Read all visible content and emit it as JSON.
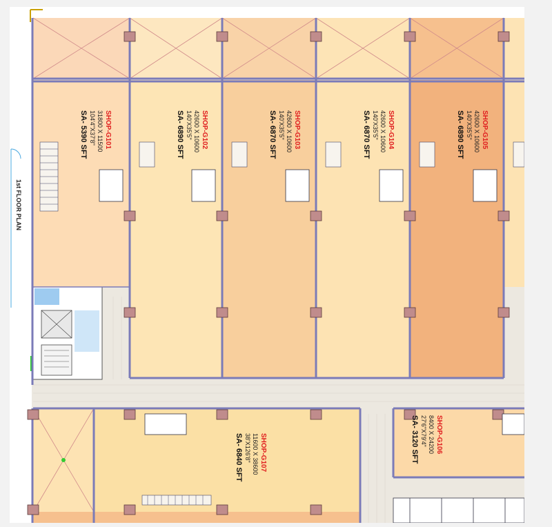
{
  "plan": {
    "title": "1st FLOOR PLAN",
    "colors": {
      "wall": "#7b7bb8",
      "corridor": "#ece8e0",
      "column_fill": "#c08c8c",
      "shop_light": "#fbe2ad",
      "shop_mid": "#f6c998",
      "shop_dark": "#f0ad78",
      "lift_blue": "#9ecbf0",
      "shop_name_red": "#e02020"
    },
    "shops": [
      {
        "name": "SHOP-G101",
        "dim1": "31800 X 11500",
        "dim2": "104'4\"X37'8\"",
        "area": "SA- 5390 SFT"
      },
      {
        "name": "SHOP-G102",
        "dim1": "42600 X 10600",
        "dim2": "140'X35'5\"",
        "area": "SA- 6890 SFT"
      },
      {
        "name": "SHOP-G103",
        "dim1": "42600 X 10600",
        "dim2": "140'X35'5\"",
        "area": "SA- 6870 SFT"
      },
      {
        "name": "SHOP-G104",
        "dim1": "42600 X 10600",
        "dim2": "140'X35'5\"",
        "area": "SA- 6870 SFT"
      },
      {
        "name": "SHOP-G105",
        "dim1": "42600 X 10600",
        "dim2": "140'X35'5\"",
        "area": "SA- 6890 SFT"
      },
      {
        "name": "SHOP-G107",
        "dim1": "11600 X 38600",
        "dim2": "38'X126'8\"",
        "area": "SA- 6840 SFT"
      },
      {
        "name": "SHOP-G106",
        "dim1": "8400 X 24200",
        "dim2": "27'6\"X79'4\"",
        "area": "SA- 3120 SFT"
      }
    ]
  }
}
